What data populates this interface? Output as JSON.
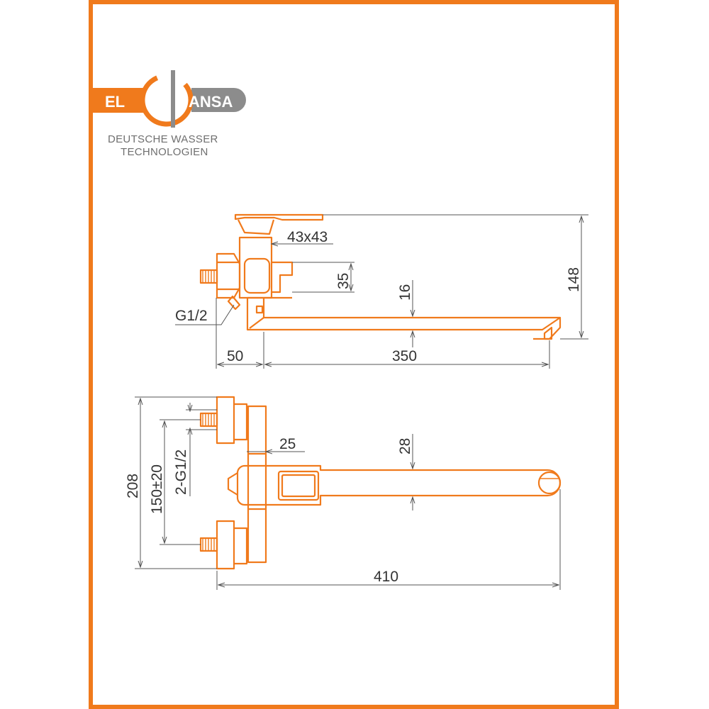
{
  "colors": {
    "accent": "#f07a1c",
    "logo_grey": "#8c8c8c",
    "dimension_line": "#555555"
  },
  "logo": {
    "brand_left": "EL",
    "brand_letter": "G",
    "brand_right": "ANSA",
    "tagline_line1": "DEUTSCHE WASSER",
    "tagline_line2": "TECHNOLOGIEN"
  },
  "side_view": {
    "dims": {
      "cartridge": "43x43",
      "body_height": "35",
      "spout_thickness": "16",
      "total_height": "148",
      "inlet_thread": "G1/2",
      "wall_offset": "50",
      "spout_length": "350"
    }
  },
  "top_view": {
    "dims": {
      "overall_width": "208",
      "inlet_spacing": "150±20",
      "inlet_threads": "2-G1/2",
      "body_depth": "25",
      "spout_width": "28",
      "total_length": "410"
    }
  }
}
